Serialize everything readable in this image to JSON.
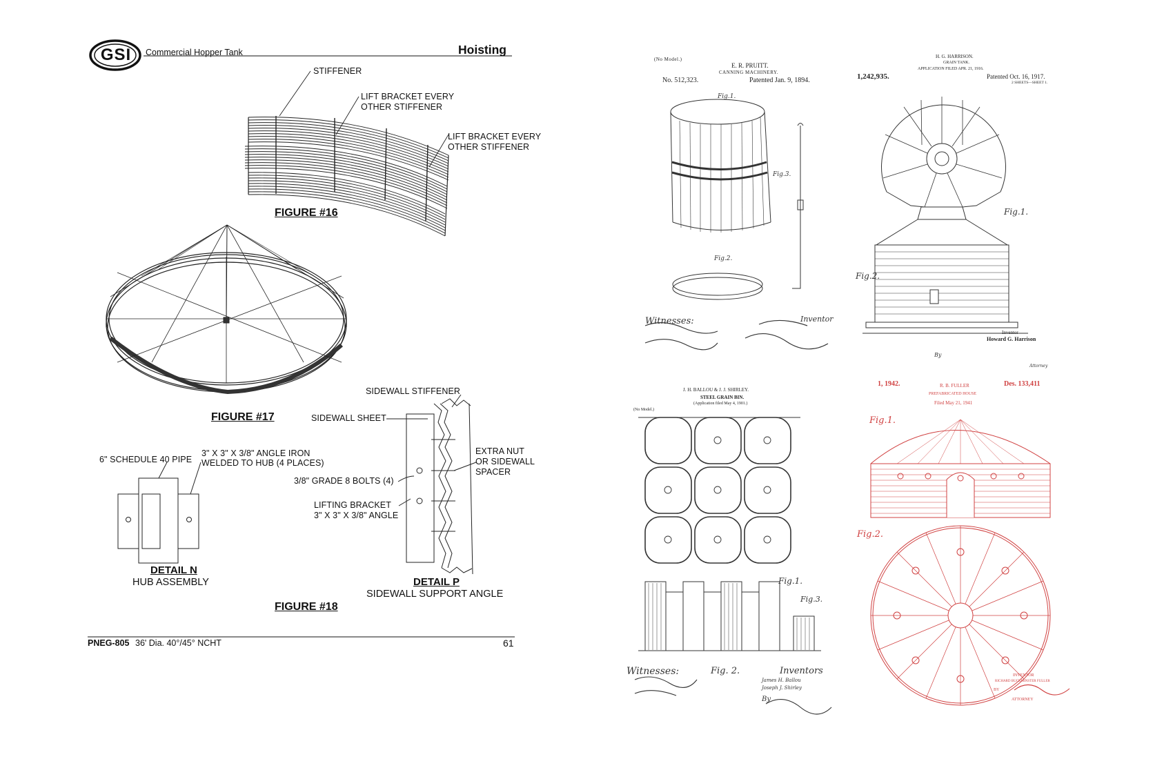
{
  "header": {
    "logo": "GSI",
    "doc_title": "Commercial Hopper Tank",
    "section": "Hoisting"
  },
  "figure16": {
    "caption": "FIGURE #16",
    "label_stiffener": "STIFFENER",
    "label_lift1_a": "LIFT BRACKET EVERY",
    "label_lift1_b": "OTHER STIFFENER",
    "label_lift2_a": "LIFT BRACKET EVERY",
    "label_lift2_b": "OTHER STIFFENER"
  },
  "figure17": {
    "caption": "FIGURE #17"
  },
  "figure18": {
    "caption": "FIGURE #18",
    "detail_n": {
      "title": "DETAIL N",
      "subtitle": "HUB ASSEMBLY",
      "label_pipe": "6\" SCHEDULE 40 PIPE",
      "label_angle_a": "3\" X 3\" X 3/8\" ANGLE IRON",
      "label_angle_b": "WELDED TO HUB (4 PLACES)"
    },
    "detail_p": {
      "title": "DETAIL P",
      "subtitle": "SIDEWALL SUPPORT ANGLE",
      "label_stiffener": "SIDEWALL STIFFENER",
      "label_sheet": "SIDEWALL SHEET",
      "label_nut_a": "EXTRA NUT",
      "label_nut_b": "OR SIDEWALL",
      "label_nut_c": "SPACER",
      "label_bolts": "3/8\" GRADE 8 BOLTS (4)",
      "label_bracket_a": "LIFTING BRACKET",
      "label_bracket_b": "3\" X 3\" X 3/8\" ANGLE"
    }
  },
  "footer": {
    "doc_code": "PNEG-805",
    "doc_desc": "36' Dia. 40°/45° NCHT",
    "page_number": "61"
  },
  "patents": {
    "pruitt": {
      "model": "(No Model.)",
      "inventor": "E. R. PRUITT.",
      "title": "CANNING MACHINERY.",
      "number": "No. 512,323.",
      "date": "Patented Jan. 9, 1894.",
      "fig1": "Fig.1.",
      "fig2": "Fig.2.",
      "fig3": "Fig.3.",
      "witnesses": "Witnesses:",
      "inventor_label": "Inventor"
    },
    "harrison": {
      "inventor": "H. G. HARRISON.",
      "title": "GRAIN TANK.",
      "filed": "APPLICATION FILED APR. 21, 1916.",
      "number": "1,242,935.",
      "date": "Patented Oct. 16, 1917.",
      "sheets": "2 SHEETS—SHEET 1.",
      "fig1": "Fig.1.",
      "fig2": "Fig.2.",
      "inventor_label": "Inventor",
      "inventor_name": "Howard G. Harrison",
      "by": "By",
      "attorney": "Attorney"
    },
    "ballou": {
      "inventor": "J. H. BALLOU & J. J. SHIRLEY.",
      "title": "STEEL GRAIN BIN.",
      "filed": "(Application filed May 4, 1901.)",
      "model": "(No Model.)",
      "fig1": "Fig.1.",
      "fig2": "Fig. 2.",
      "fig3": "Fig.3.",
      "witnesses": "Witnesses:",
      "inventors": "Inventors",
      "inventor_names_a": "James H. Ballou",
      "inventor_names_b": "Joseph J. Shirley",
      "by": "By"
    },
    "fuller": {
      "number_left": "1, 1942.",
      "inventor": "R. B. FULLER",
      "number_right": "Des. 133,411",
      "title": "PREFABRICATED HOUSE",
      "filed": "Filed May 21, 1941",
      "fig1": "Fig.1.",
      "fig2": "Fig.2.",
      "inventor_label": "INVENTOR",
      "inventor_name": "RICHARD BUCKMINSTER FULLER",
      "by": "BY",
      "attorney": "ATTORNEY"
    }
  },
  "colors": {
    "ink": "#111111",
    "fuller_red": "#d04040",
    "paper": "#ffffff"
  }
}
